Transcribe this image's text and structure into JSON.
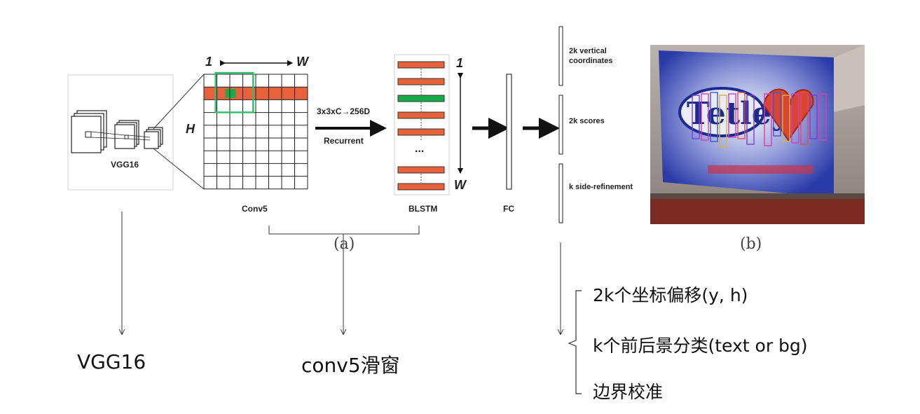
{
  "vgg": {
    "inner_label": "VGG16",
    "bottom_label": "VGG16"
  },
  "conv5": {
    "label": "Conv5",
    "axis_one": "1",
    "axis_w": "W",
    "axis_h": "H",
    "op_label": "3x3xC→256D",
    "op_sub": "Recurrent",
    "bottom_label": "conv5滑窗"
  },
  "blstm": {
    "label": "BLSTM",
    "axis_one": "1",
    "axis_w": "W",
    "dots": "..."
  },
  "fc": {
    "label": "FC"
  },
  "outputs": {
    "vertical": "2k vertical coordinates",
    "scores": "2k scores",
    "side": "k side-refinement"
  },
  "captions": {
    "a": "(a)",
    "b": "(b)"
  },
  "photo": {
    "sign_text": "Tetley"
  },
  "explanations": [
    "2k个坐标偏移(y, h)",
    "k个前后景分类(text or bg)",
    "边界校准"
  ],
  "colors": {
    "orange": "#e8613a",
    "green": "#1aaa4a",
    "window": "#2ebd6b",
    "photo_blue": "#2a3ba8"
  }
}
